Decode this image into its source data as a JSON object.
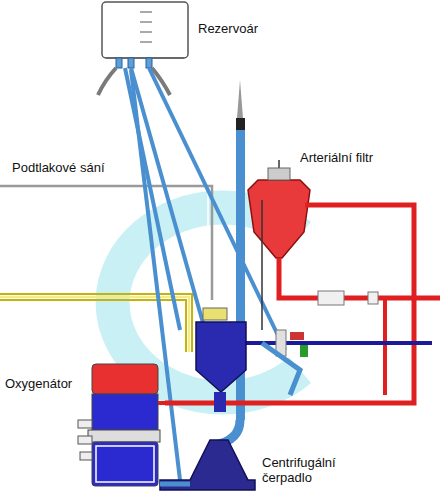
{
  "diagram": {
    "labels": [
      "Rezervoár",
      "Podtlakové sání",
      "Arteriální filtr",
      "Oxygenátor",
      "Centrifugální čerpadlo"
    ]
  }
}
